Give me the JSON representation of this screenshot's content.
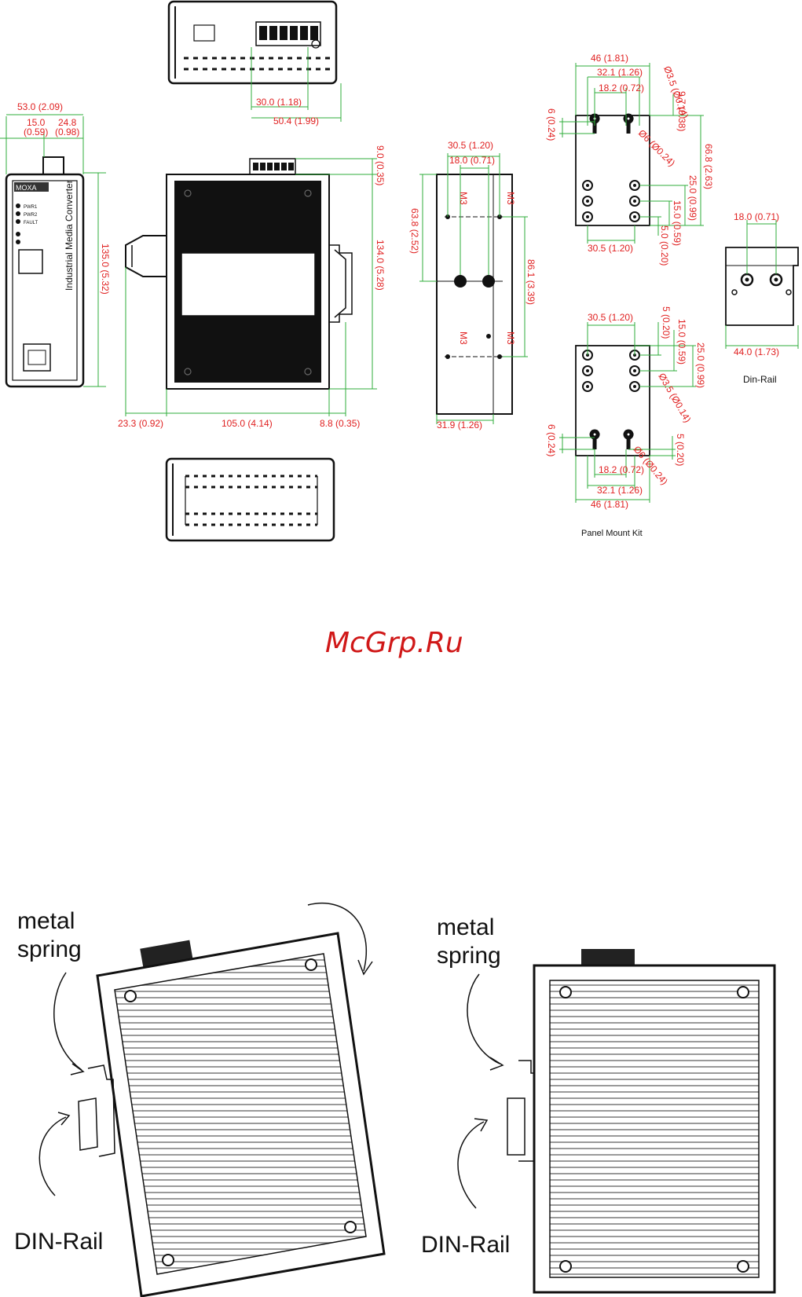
{
  "watermark": "McGrp.Ru",
  "front_view": {
    "brand": "MOXA",
    "product": "Industrial Media Converter",
    "leds": [
      "PWR1",
      "PWR2",
      "FAULT"
    ],
    "width_total": "53.0 (2.09)",
    "width_a": "15.0",
    "width_a_in": "(0.59)",
    "width_b": "24.8",
    "width_b_in": "(0.98)",
    "height": "135.0 (5.32)"
  },
  "top_view": {
    "pitch_a": "30.0 (1.18)",
    "pitch_b": "50.4 (1.99)"
  },
  "side_view": {
    "top_offset": "9.0 (0.35)",
    "height": "134.0 (5.28)",
    "left_ext": "23.3 (0.92)",
    "body_width": "105.0 (4.14)",
    "right_ext": "8.8 (0.35)"
  },
  "rear_view": {
    "width_a": "30.5 (1.20)",
    "width_b": "18.0 (0.71)",
    "height_a": "63.8 (2.52)",
    "height_b": "86.1 (3.39)",
    "screw": "M3",
    "depth": "31.9 (1.26)"
  },
  "panel_top": {
    "w_total": "46 (1.81)",
    "w_a": "32.1 (1.26)",
    "w_b": "18.2 (0.72)",
    "hole_small": "Ø3.5 (Ø0.14)",
    "hole_large": "Ø6 (Ø0.24)",
    "h_a": "9.7 (0.38)",
    "h_left": "6 (0.24)",
    "h_total": "66.8 (2.63)",
    "h_b": "25.0 (0.99)",
    "h_c": "15.0 (0.59)",
    "h_d": "5.0 (0.20)",
    "w_bottom": "30.5 (1.20)"
  },
  "panel_bottom": {
    "w_top": "30.5 (1.20)",
    "h_a": "5 (0.20)",
    "h_b": "15.0 (0.59)",
    "h_c": "25.0 (0.99)",
    "hole_small": "Ø3.5 (Ø0.14)",
    "hole_large": "Ø6 (Ø0.24)",
    "h_left": "6 (0.24)",
    "h_right": "5 (0.20)",
    "w_b": "18.2 (0.72)",
    "w_a": "32.1 (1.26)",
    "w_total": "46 (1.81)",
    "caption": "Panel Mount Kit"
  },
  "din_rail": {
    "spacing": "18.0 (0.71)",
    "width": "44.0 (1.73)",
    "caption": "Din-Rail"
  },
  "install_left": {
    "spring_1": "metal",
    "spring_2": "spring",
    "rail": "DIN-Rail"
  },
  "install_right": {
    "spring_1": "metal",
    "spring_2": "spring",
    "rail": "DIN-Rail"
  }
}
